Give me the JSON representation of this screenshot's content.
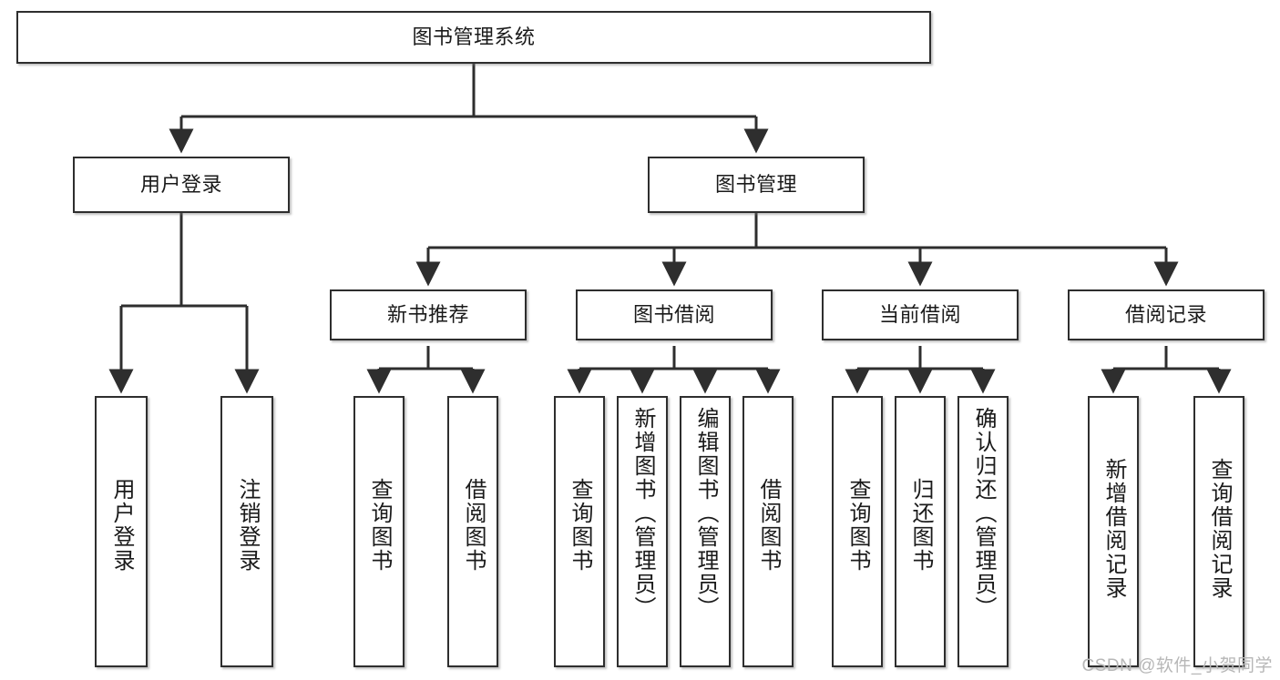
{
  "diagram": {
    "title": "图书管理系统",
    "type": "tree",
    "watermark": "CSDN @软件_小贺同学",
    "colors": {
      "node_border": "#2e2e2e",
      "node_fill": "#ffffff",
      "edge": "#2e2e2e",
      "watermark": "#b7b7b7",
      "canvas": "#ffffff"
    },
    "nodes": {
      "root": {
        "label": "图书管理系统"
      },
      "tier1": [
        {
          "id": "user-login",
          "label": "用户登录"
        },
        {
          "id": "book-manage",
          "label": "图书管理"
        }
      ],
      "tier2": [
        {
          "id": "new-book-rec",
          "label": "新书推荐"
        },
        {
          "id": "book-borrow",
          "label": "图书借阅"
        },
        {
          "id": "current-borrow",
          "label": "当前借阅"
        },
        {
          "id": "borrow-record",
          "label": "借阅记录"
        }
      ],
      "leaves": {
        "user-login": [
          {
            "id": "leaf-user-login",
            "label": "用户登录"
          },
          {
            "id": "leaf-logout",
            "label": "注销登录"
          }
        ],
        "new-book-rec": [
          {
            "id": "leaf-query-book-1",
            "label": "查询图书"
          },
          {
            "id": "leaf-borrow-book-1",
            "label": "借阅图书"
          }
        ],
        "book-borrow": [
          {
            "id": "leaf-query-book-2",
            "label": "查询图书"
          },
          {
            "id": "leaf-add-book",
            "label": "新增图书（管理员）"
          },
          {
            "id": "leaf-edit-book",
            "label": "编辑图书（管理员）"
          },
          {
            "id": "leaf-borrow-book-2",
            "label": "借阅图书"
          }
        ],
        "current-borrow": [
          {
            "id": "leaf-query-book-3",
            "label": "查询图书"
          },
          {
            "id": "leaf-return-book",
            "label": "归还图书"
          },
          {
            "id": "leaf-confirm-return",
            "label": "确认归还（管理员）"
          }
        ],
        "borrow-record": [
          {
            "id": "leaf-add-record",
            "label": "新增借阅记录"
          },
          {
            "id": "leaf-query-record",
            "label": "查询借阅记录"
          }
        ]
      }
    },
    "edges": [
      {
        "from": "图书管理系统",
        "to": "用户登录"
      },
      {
        "from": "图书管理系统",
        "to": "图书管理"
      },
      {
        "from": "图书管理",
        "to": "新书推荐"
      },
      {
        "from": "图书管理",
        "to": "图书借阅"
      },
      {
        "from": "图书管理",
        "to": "当前借阅"
      },
      {
        "from": "图书管理",
        "to": "借阅记录"
      },
      {
        "from": "用户登录",
        "to": "用户登录"
      },
      {
        "from": "用户登录",
        "to": "注销登录"
      },
      {
        "from": "新书推荐",
        "to": "查询图书"
      },
      {
        "from": "新书推荐",
        "to": "借阅图书"
      },
      {
        "from": "图书借阅",
        "to": "查询图书"
      },
      {
        "from": "图书借阅",
        "to": "新增图书（管理员）"
      },
      {
        "from": "图书借阅",
        "to": "编辑图书（管理员）"
      },
      {
        "from": "图书借阅",
        "to": "借阅图书"
      },
      {
        "from": "当前借阅",
        "to": "查询图书"
      },
      {
        "from": "当前借阅",
        "to": "归还图书"
      },
      {
        "from": "当前借阅",
        "to": "确认归还（管理员）"
      },
      {
        "from": "借阅记录",
        "to": "新增借阅记录"
      },
      {
        "from": "借阅记录",
        "to": "查询借阅记录"
      }
    ]
  }
}
